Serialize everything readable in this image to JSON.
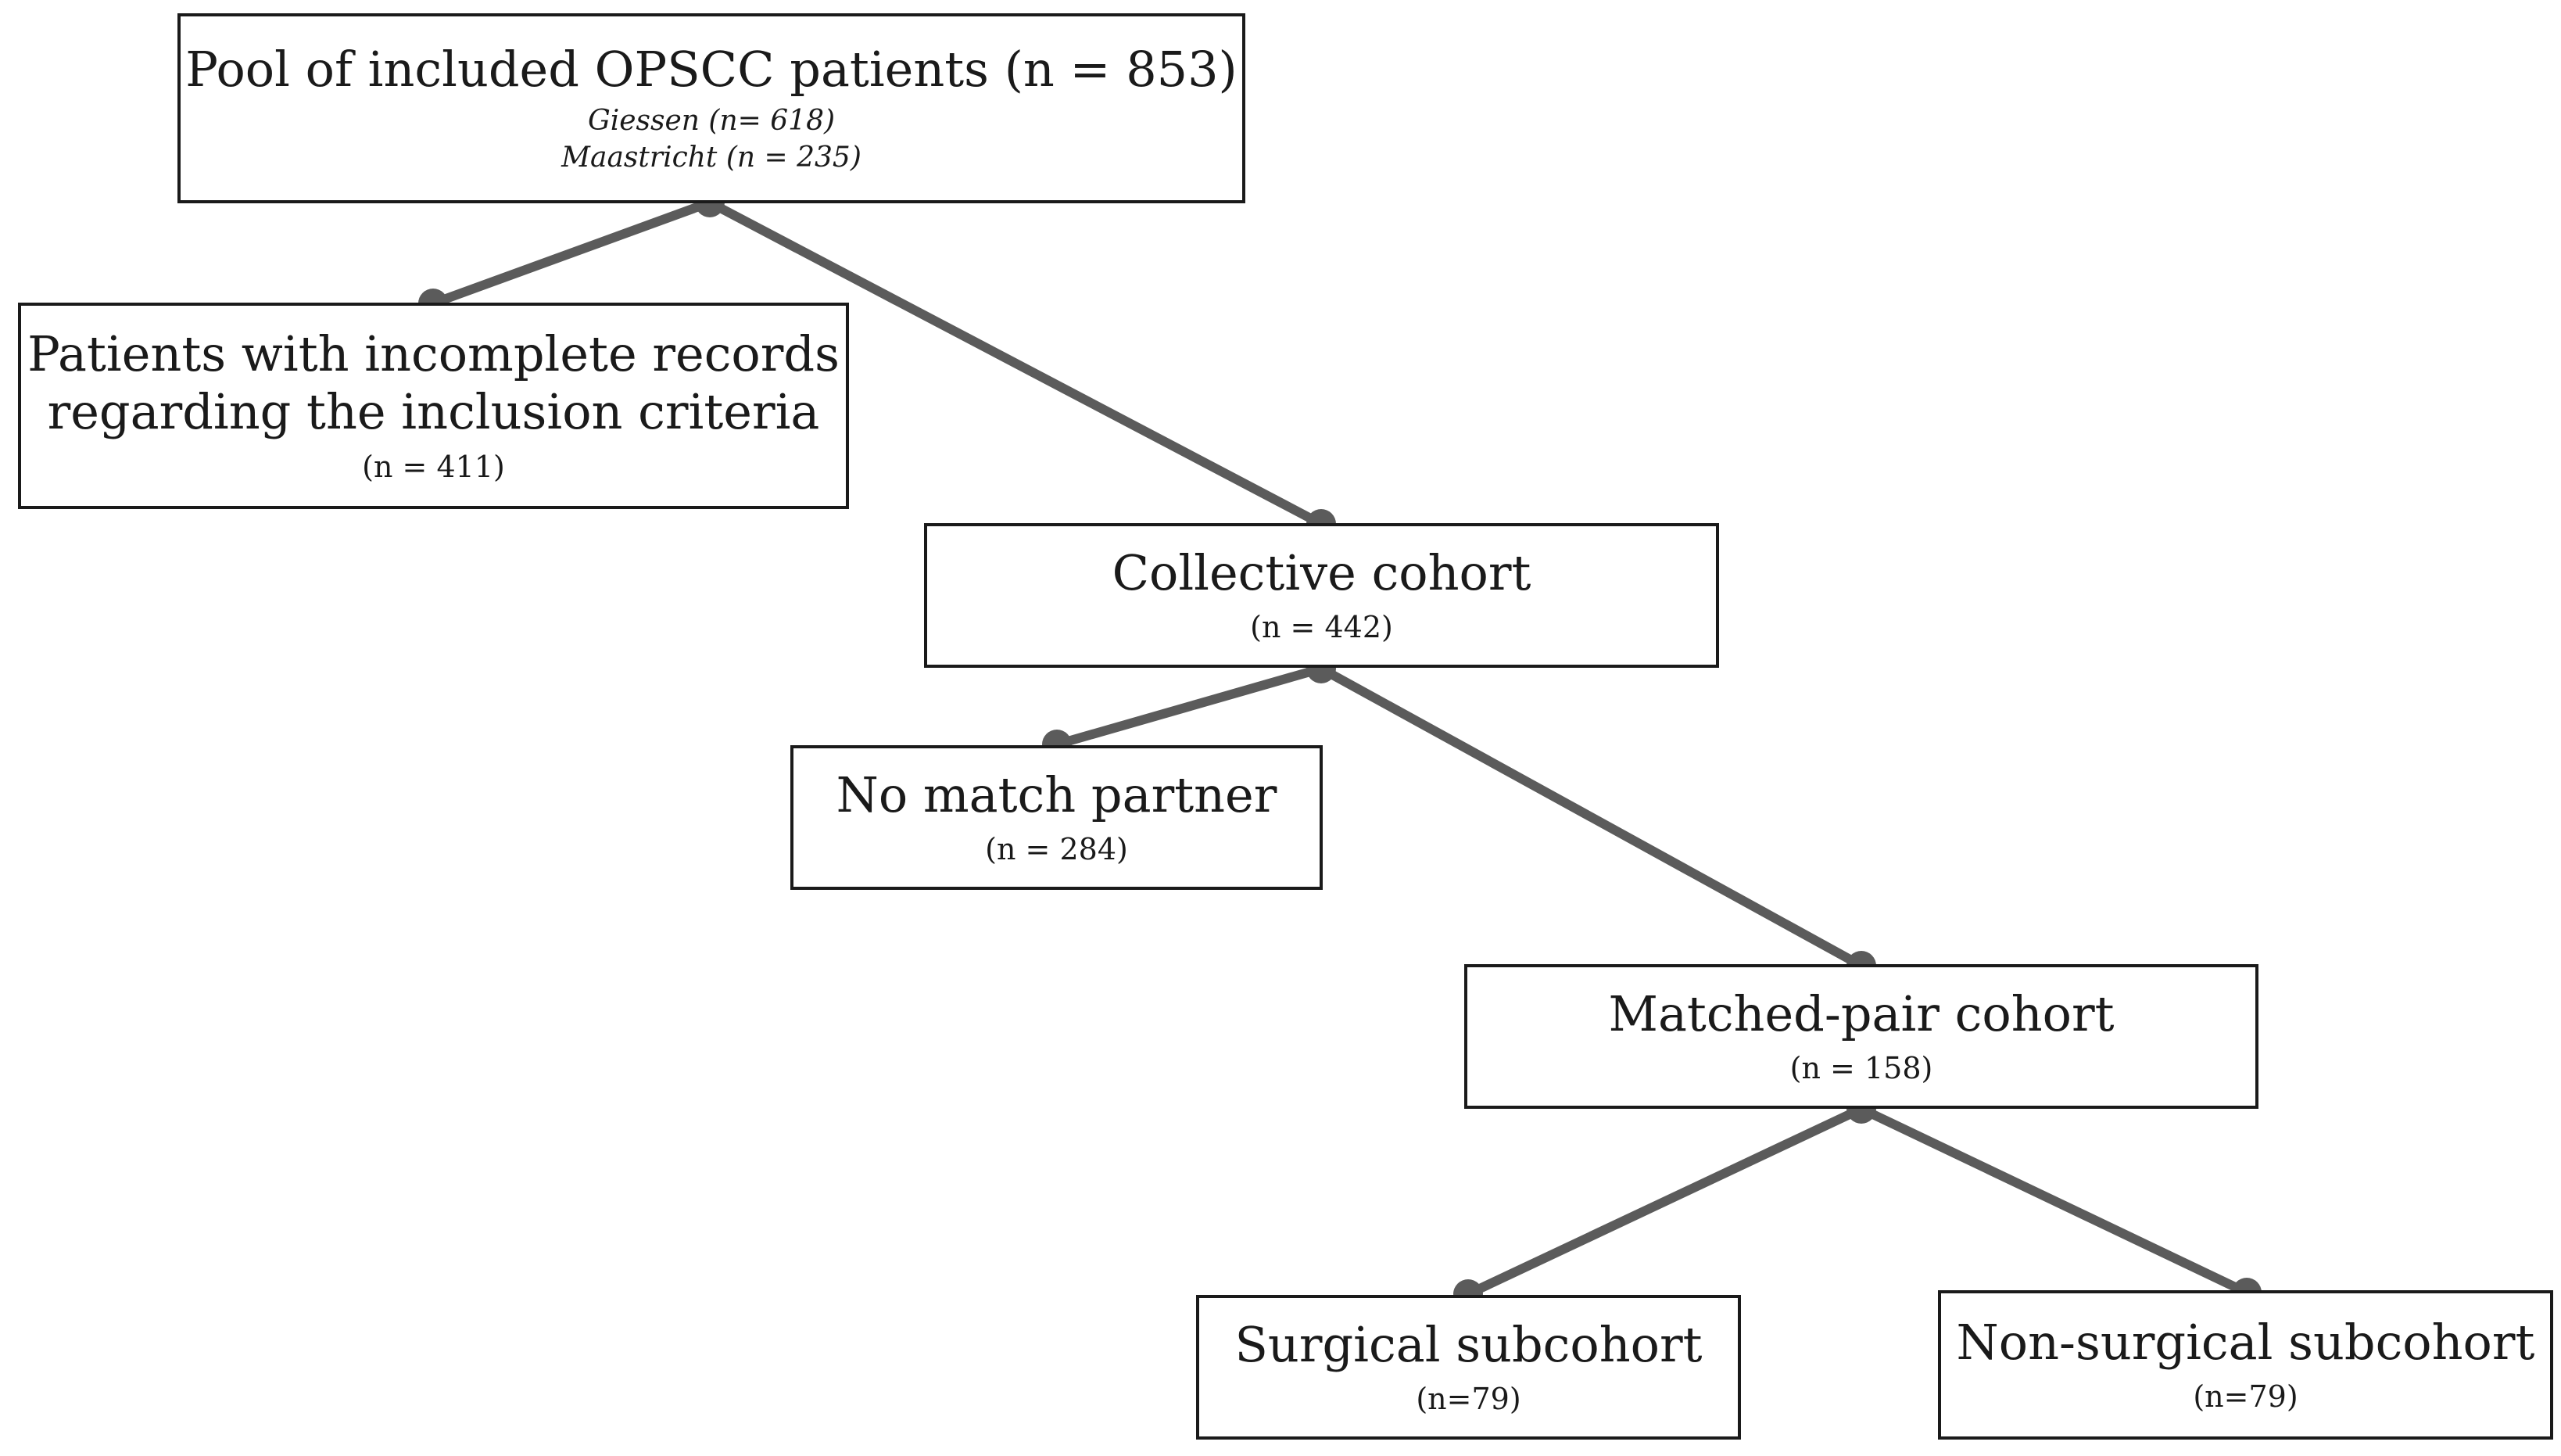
{
  "pool": {
    "title": "Pool of included OPSCC patients (n = 853)",
    "site1": "Giessen (n= 618)",
    "site2": "Maastricht (n = 235)"
  },
  "incomplete": {
    "line1": "Patients with incomplete records",
    "line2": "regarding the inclusion criteria",
    "count": "(n = 411)"
  },
  "collective": {
    "title": "Collective cohort",
    "count": "(n = 442)"
  },
  "no_match": {
    "title": "No match partner",
    "count": "(n = 284)"
  },
  "matched": {
    "title": "Matched-pair cohort",
    "count": "(n = 158)"
  },
  "surgical": {
    "title": "Surgical subcohort",
    "count": "(n=79)"
  },
  "non_surgical": {
    "title": "Non-surgical subcohort",
    "count": "(n=79)"
  },
  "colors": {
    "connector": "#5b5b5b",
    "box_border": "#1a1a1a"
  }
}
